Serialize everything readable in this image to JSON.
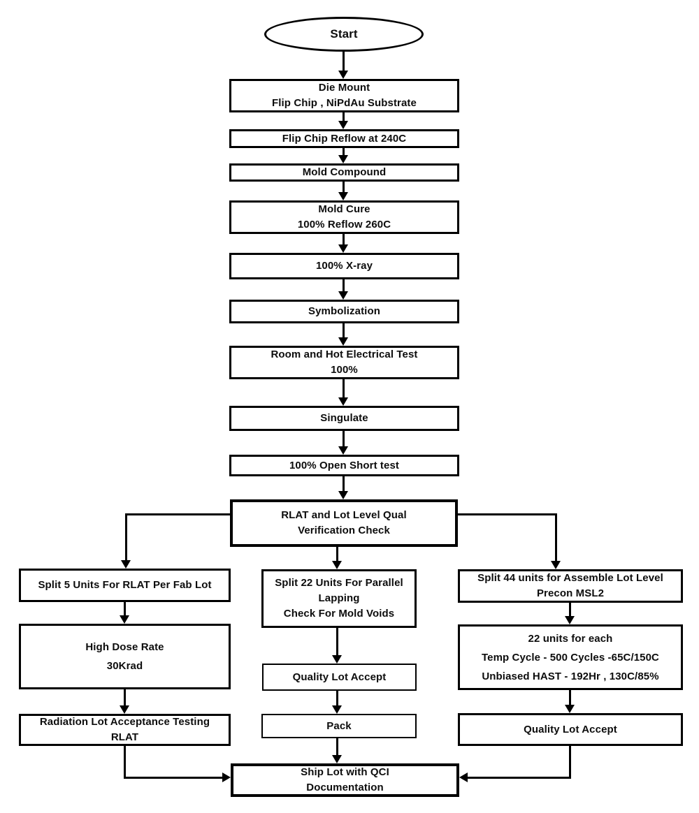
{
  "page": {
    "background_color": "#ffffff",
    "line_color": "#000000",
    "text_color": "#0d0d0d"
  },
  "nodes": {
    "start": {
      "label": "Start"
    },
    "die_mount": {
      "l1": "Die Mount",
      "l2": "Flip Chip ,  NiPdAu Substrate"
    },
    "flip_chip_reflow": {
      "l1": "Flip Chip Reflow at 240C"
    },
    "mold_compound": {
      "l1": "Mold Compound"
    },
    "mold_cure": {
      "l1": "Mold Cure",
      "l2": "100% Reflow 260C"
    },
    "xray": {
      "l1": "100% X-ray"
    },
    "symbolization": {
      "l1": "Symbolization"
    },
    "electrical_test": {
      "l1": "Room and Hot Electrical Test",
      "l2": "100%"
    },
    "singulate": {
      "l1": "Singulate"
    },
    "open_short": {
      "l1": "100% Open Short test"
    },
    "rlat_qual": {
      "l1": "RLAT and Lot Level Qual",
      "l2": "Verification Check"
    },
    "split5": {
      "l1": "Split 5 Units For RLAT Per Fab Lot"
    },
    "high_dose": {
      "l1": "High Dose Rate",
      "l2": "30Krad"
    },
    "radiation": {
      "l1": "Radiation Lot Acceptance Testing",
      "l2": "RLAT"
    },
    "split22": {
      "l1": "Split 22 Units For Parallel",
      "l2": "Lapping",
      "l3": "Check For Mold Voids"
    },
    "quality_mid": {
      "l1": "Quality Lot Accept"
    },
    "pack": {
      "l1": "Pack"
    },
    "split44": {
      "l1": "Split 44 units for Assemble Lot Level",
      "l2": "Precon MSL2"
    },
    "units22": {
      "l1": "22 units for each",
      "l2": "Temp Cycle - 500 Cycles -65C/150C",
      "l3": "Unbiased HAST - 192Hr , 130C/85%"
    },
    "quality_right": {
      "l1": "Quality Lot Accept"
    },
    "ship": {
      "l1": "Ship Lot with QCI",
      "l2": "Documentation"
    }
  },
  "edges": [
    [
      "start",
      "die_mount"
    ],
    [
      "die_mount",
      "flip_chip_reflow"
    ],
    [
      "flip_chip_reflow",
      "mold_compound"
    ],
    [
      "mold_compound",
      "mold_cure"
    ],
    [
      "mold_cure",
      "xray"
    ],
    [
      "xray",
      "symbolization"
    ],
    [
      "symbolization",
      "electrical_test"
    ],
    [
      "electrical_test",
      "singulate"
    ],
    [
      "singulate",
      "open_short"
    ],
    [
      "open_short",
      "rlat_qual"
    ],
    [
      "rlat_qual",
      "split5"
    ],
    [
      "rlat_qual",
      "split22"
    ],
    [
      "rlat_qual",
      "split44"
    ],
    [
      "split5",
      "high_dose"
    ],
    [
      "high_dose",
      "radiation"
    ],
    [
      "radiation",
      "ship"
    ],
    [
      "split22",
      "quality_mid"
    ],
    [
      "quality_mid",
      "pack"
    ],
    [
      "pack",
      "ship"
    ],
    [
      "split44",
      "units22"
    ],
    [
      "units22",
      "quality_right"
    ],
    [
      "quality_right",
      "ship"
    ]
  ]
}
